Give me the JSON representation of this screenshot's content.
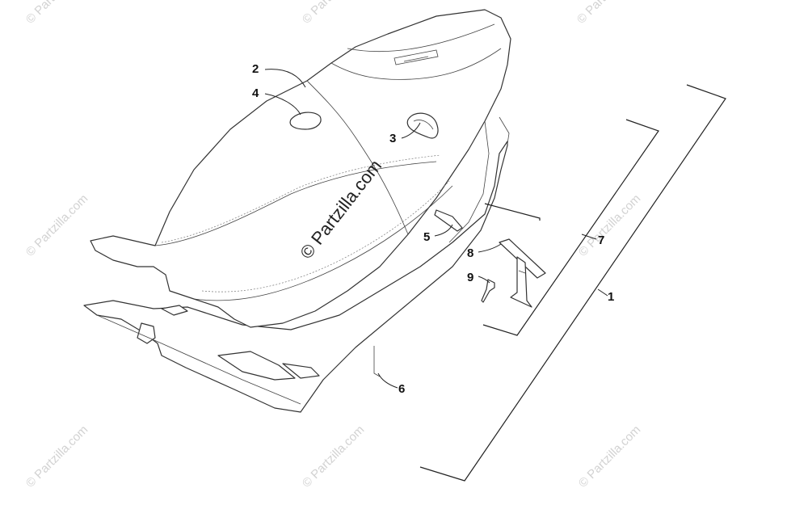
{
  "watermark": {
    "center_text": "© Partzilla.com",
    "tile_text": "© Partzilla.com"
  },
  "callouts": [
    {
      "id": "1",
      "label": "1"
    },
    {
      "id": "2",
      "label": "2"
    },
    {
      "id": "3",
      "label": "3"
    },
    {
      "id": "4",
      "label": "4"
    },
    {
      "id": "5",
      "label": "5"
    },
    {
      "id": "6",
      "label": "6"
    },
    {
      "id": "7",
      "label": "7"
    },
    {
      "id": "8",
      "label": "8"
    },
    {
      "id": "9",
      "label": "9"
    }
  ],
  "colors": {
    "line": "#333333",
    "watermark": "#d2d2d2",
    "background": "#ffffff"
  }
}
